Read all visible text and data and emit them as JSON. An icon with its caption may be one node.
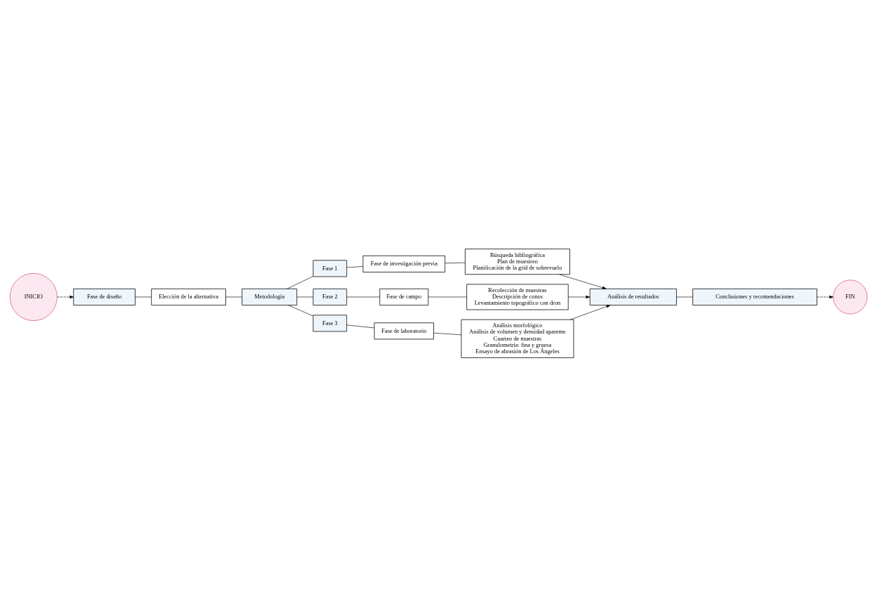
{
  "diagram": {
    "nodes": [
      {
        "text": [
          "INICIO"
        ]
      },
      {
        "text": [
          "Fase de diseño"
        ]
      },
      {
        "text": [
          "Elección de la alternativa"
        ]
      },
      {
        "text": [
          "Metodología"
        ]
      },
      {
        "text": [
          "Fase 1"
        ]
      },
      {
        "text": [
          "Fase de investigación previa"
        ]
      },
      {
        "text": [
          "Búsqueda bibliográfica",
          "Plan de muestreo",
          "Planificación de la grid de sobrevuelo"
        ]
      },
      {
        "text": [
          "Fase 2"
        ]
      },
      {
        "text": [
          "Fase de campo"
        ]
      },
      {
        "text": [
          "Recolección de muestras",
          "Descripción de conos",
          "Levantamiento topográfico con dron"
        ]
      },
      {
        "text": [
          "Fase 3"
        ]
      },
      {
        "text": [
          "Fase de laboratorio"
        ]
      },
      {
        "text": [
          "Análisis morfológico",
          "Análisis de volumen y densidad aparente",
          "Cuarteo de muestras",
          "Granulometría: fina y gruesa",
          "Ensayo de abrasión de Los Ángeles"
        ]
      },
      {
        "text": [
          "Análisis de resultados"
        ]
      },
      {
        "text": [
          "Conclusiones y recomendaciones"
        ]
      },
      {
        "text": [
          "FIN"
        ]
      }
    ],
    "edges": [
      {
        "from": 0,
        "to": 1,
        "arrow": "to",
        "style": "dashed"
      },
      {
        "from": 1,
        "to": 2,
        "arrow": "none"
      },
      {
        "from": 2,
        "to": 3,
        "arrow": "none"
      },
      {
        "from": 3,
        "to": 4,
        "arrow": "none"
      },
      {
        "from": 3,
        "to": 7,
        "arrow": "none"
      },
      {
        "from": 3,
        "to": 10,
        "arrow": "none"
      },
      {
        "from": 4,
        "to": 5,
        "arrow": "none"
      },
      {
        "from": 5,
        "to": 6,
        "arrow": "none"
      },
      {
        "from": 7,
        "to": 8,
        "arrow": "none"
      },
      {
        "from": 8,
        "to": 9,
        "arrow": "none"
      },
      {
        "from": 10,
        "to": 11,
        "arrow": "none"
      },
      {
        "from": 11,
        "to": 12,
        "arrow": "none"
      },
      {
        "from": 6,
        "to": 13,
        "arrow": "to"
      },
      {
        "from": 9,
        "to": 13,
        "arrow": "to"
      },
      {
        "from": 12,
        "to": 13,
        "arrow": "to"
      },
      {
        "from": 13,
        "to": 14,
        "arrow": "none"
      },
      {
        "from": 14,
        "to": 15,
        "arrow": "to",
        "style": "dashed"
      }
    ]
  }
}
